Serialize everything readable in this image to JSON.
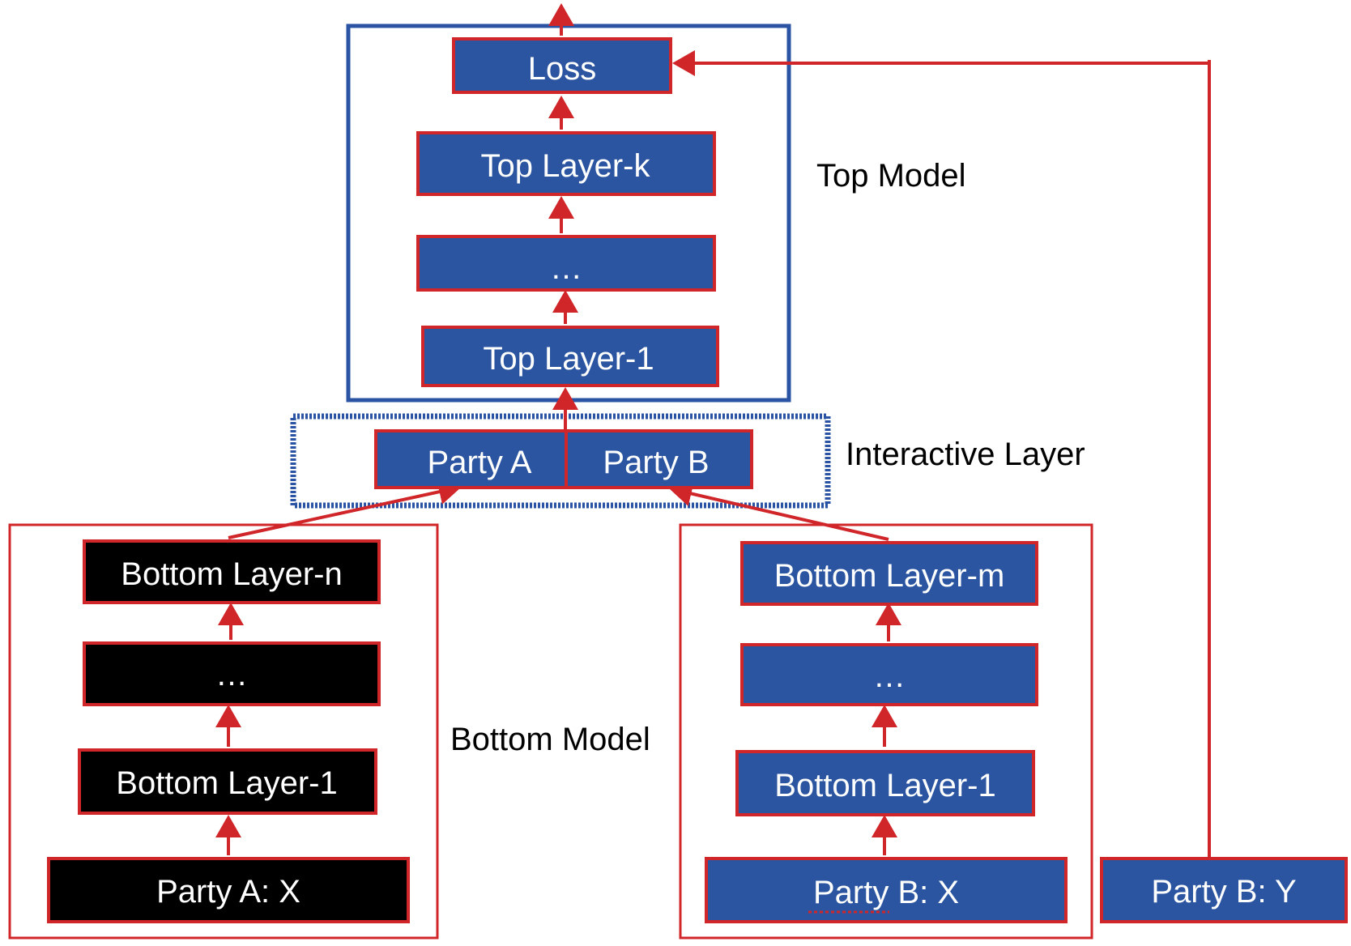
{
  "colors": {
    "blue_fill": "#2b55a0",
    "black_fill": "#000000",
    "red": "#d0262a",
    "frame_blue": "#2a53a3",
    "text_on_box": "#ffffff",
    "text_label": "#000000"
  },
  "labels": {
    "top_model": "Top Model",
    "interactive_layer": "Interactive Layer",
    "bottom_model": "Bottom Model"
  },
  "top_model": {
    "loss": "Loss",
    "top_layer_k": "Top Layer-k",
    "ellipsis": "…",
    "top_layer_1": "Top Layer-1"
  },
  "interactive": {
    "party_a": "Party A",
    "party_b": "Party B"
  },
  "party_a_bottom": {
    "layer_n": "Bottom Layer-n",
    "ellipsis": "…",
    "layer_1": "Bottom Layer-1",
    "input": "Party A: X"
  },
  "party_b_bottom": {
    "layer_m": "Bottom Layer-m",
    "ellipsis": "…",
    "layer_1": "Bottom Layer-1",
    "input": "Party B: X"
  },
  "party_b_label": {
    "input": "Party B: Y"
  }
}
